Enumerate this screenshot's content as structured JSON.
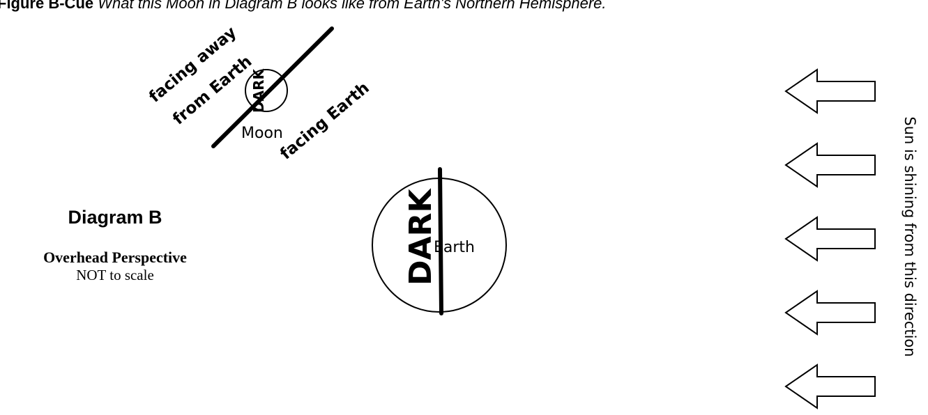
{
  "caption": {
    "lead": "Figure B-Cue",
    "question": "What this Moon in Diagram B looks like from Earth's Northern Hemisphere."
  },
  "diagram": {
    "title": "Diagram B",
    "perspective": "Overhead Perspective",
    "scale_note": "NOT to scale"
  },
  "moon": {
    "label": "Moon",
    "dark_label": "DARK",
    "facing_away_line1": "facing away",
    "facing_away_line2": "from Earth",
    "facing_earth": "facing Earth"
  },
  "earth": {
    "label": "Earth",
    "dark_label": "DARK"
  },
  "sun": {
    "label": "Sun is shining from this direction",
    "arrow_count": 5
  }
}
